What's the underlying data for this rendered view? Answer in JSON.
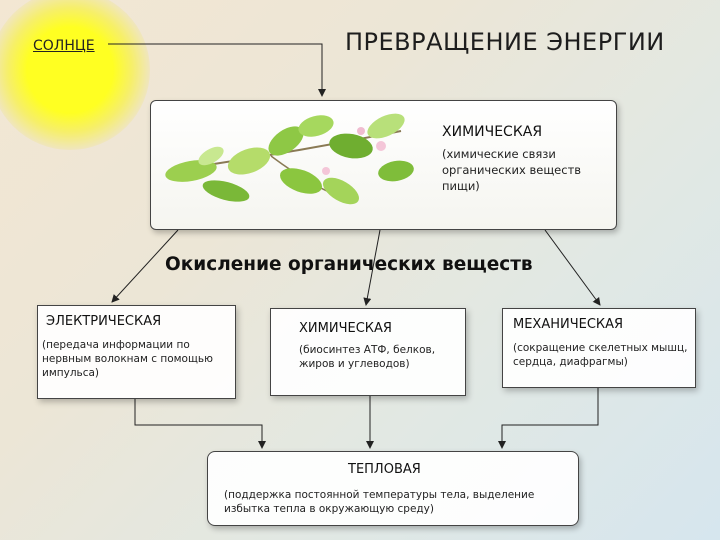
{
  "sun": {
    "label": "СОЛНЦЕ"
  },
  "title": "ПРЕВРАЩЕНИЕ ЭНЕРГИИ",
  "chemical_top": {
    "title": "ХИМИЧЕСКАЯ",
    "description": "(химические связи органических веществ пищи)"
  },
  "oxidation": "Окисление органических веществ",
  "electrical": {
    "title": "ЭЛЕКТРИЧЕСКАЯ",
    "description": "(передача информации по нервным волокнам с помощью импульса)"
  },
  "chemical": {
    "title": "ХИМИЧЕСКАЯ",
    "description": "(биосинтез АТФ, белков, жиров и углеводов)"
  },
  "mechanical": {
    "title": "МЕХАНИЧЕСКАЯ",
    "description": "(сокращение скелетных мышц, сердца, диафрагмы)"
  },
  "thermal": {
    "title": "ТЕПЛОВАЯ",
    "description": "(поддержка постоянной температуры тела, выделение избытка тепла в окружающую среду)"
  }
}
